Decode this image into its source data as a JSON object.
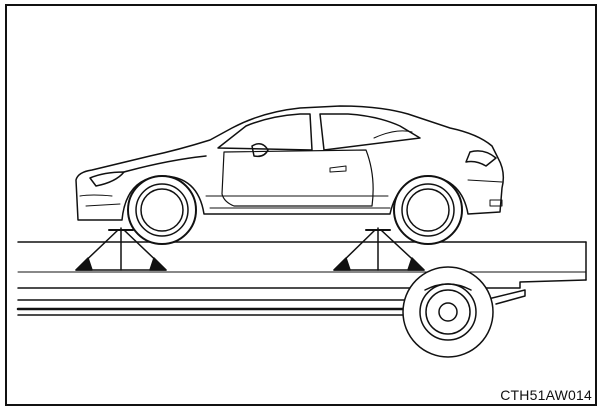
{
  "figure": {
    "code": "CTH51AW014"
  },
  "colors": {
    "line": "#111111",
    "background": "#ffffff"
  },
  "icons": {
    "car": "car-side-view",
    "stands": "jack-stand-triangle",
    "trailer": "flatbed-trailer"
  }
}
